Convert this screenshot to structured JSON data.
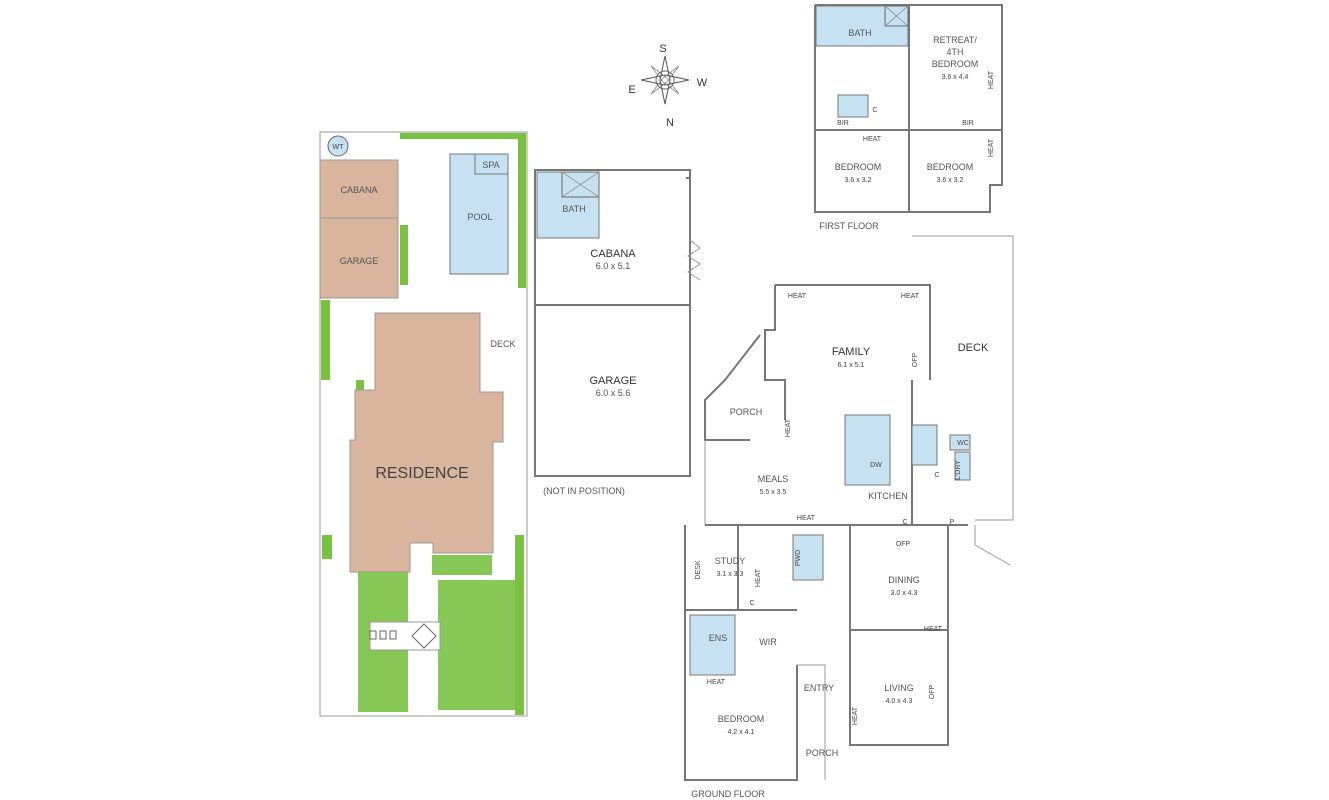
{
  "compass": {
    "s": "S",
    "e": "E",
    "w": "W",
    "n": "N"
  },
  "site": {
    "wt": "WT",
    "cabana": "CABANA",
    "garage": "GARAGE",
    "spa": "SPA",
    "pool": "POOL",
    "deck": "DECK",
    "residence": "RESIDENCE"
  },
  "outbuilding": {
    "cabana": "CABANA",
    "cabana_dim": "6.0 x 5.1",
    "bath": "BATH",
    "garage": "GARAGE",
    "garage_dim": "6.0 x 5.6",
    "note": "(NOT IN POSITION)"
  },
  "first_floor": {
    "bath": "BATH",
    "retreat_1": "RETREAT/",
    "retreat_2": "4TH",
    "retreat_3": "BEDROOM",
    "retreat_dim": "3.6 x 4.4",
    "bir_left": "BIR",
    "bir_right": "BIR",
    "c": "C",
    "heat_center": "HEAT",
    "heat_right_top": "HEAT",
    "heat_right_bottom": "HEAT",
    "bed1": "BEDROOM",
    "bed1_dim": "3.6 x 3.2",
    "bed2": "BEDROOM",
    "bed2_dim": "3.6 x 3.2",
    "title": "FIRST FLOOR"
  },
  "ground_floor": {
    "heat_family_left": "HEAT",
    "heat_family_right": "HEAT",
    "family": "FAMILY",
    "family_dim": "6.1 x 5.1",
    "ofp_family": "OFP",
    "deck": "DECK",
    "porch_top": "PORCH",
    "heat_porch": "HEAT",
    "meals": "MEALS",
    "meals_dim": "5.5 x 3.5",
    "kitchen": "KITCHEN",
    "dw": "DW",
    "wc": "WC",
    "c_laundry": "C",
    "ldry": "L'DRY",
    "heat_study": "HEAT",
    "study": "STUDY",
    "study_dim": "3.1 x 3.3",
    "heat_study_side": "HEAT",
    "desk": "DESK",
    "pwd": "PWD",
    "c_study": "C",
    "c_kitchen": "C",
    "p_kitchen": "P",
    "ofp_dining": "OFP",
    "dining": "DINING",
    "dining_dim": "3.0 x 4.3",
    "heat_dining": "HEAT",
    "ens": "ENS",
    "wir": "WIR",
    "heat_bed": "HEAT",
    "entry": "ENTRY",
    "living": "LIVING",
    "living_dim": "4.0 x 4.3",
    "ofp_living": "OFP",
    "heat_entry": "HEAT",
    "bedroom": "BEDROOM",
    "bedroom_dim": "4.2 x 4.1",
    "porch_bottom": "PORCH",
    "title": "GROUND FLOOR"
  },
  "colors": {
    "building": "#d8b59c",
    "grass": "#7ac142",
    "pool": "#c6e2f2",
    "wet": "#c6e2f2",
    "wall": "#777777"
  }
}
